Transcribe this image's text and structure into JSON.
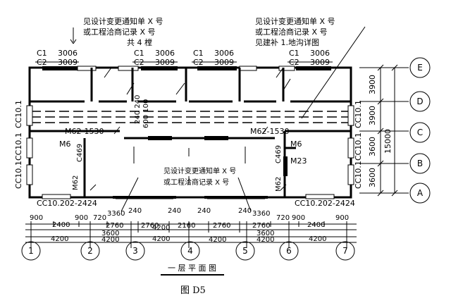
{
  "notes": {
    "top_left_1": "见设计变更通知单 X 号",
    "top_left_2": "或工程洽商记录 X 号",
    "top_right_1": "见设计变更通知单 X 号",
    "top_right_2": "或工程洽商记录 X 号",
    "top_right_3": "见建补 1.地沟详图",
    "middle_1": "见设计变更通知单 X 号",
    "middle_2": "或工程洽商记录 X 号",
    "floors": "共 4 樘"
  },
  "window_labels": {
    "c1_a": "C1",
    "c1_a_num": "3006",
    "c2_a": "C2",
    "c2_a_num": "3009",
    "c1_b": "C1",
    "c1_b_num": "3006",
    "c2_b": "C2",
    "c2_b_num": "3009",
    "c1_c": "C1",
    "c1_c_num": "3006",
    "c2_c": "C2",
    "c2_c_num": "3009",
    "c1_d": "C1",
    "c1_d_num": "3006",
    "c2_d": "C2",
    "c2_d_num": "3009"
  },
  "side_labels": {
    "left_1": "CC10.1",
    "left_2": "CC10.1",
    "left_3": "CC10.1",
    "right_1": "CC10.1",
    "right_2": "CC10.1",
    "right_3": "CC10.1"
  },
  "door_labels": {
    "m62_1530_left": "M62-1530",
    "m62_1530_right": "M62-1530",
    "m6_left": "M6",
    "m6_right": "M6",
    "c469_left": "C469",
    "c469_right": "C469",
    "m23": "M23",
    "m62_left": "M62",
    "m62_right": "M62",
    "cc_bottom_left": "CC10.202-2424",
    "cc_bottom_right": "CC10.202-2424",
    "dim_240_240": "240 240",
    "dim_600_100": "600 100"
  },
  "grid_axes": {
    "letters": [
      "E",
      "D",
      "C",
      "B",
      "A"
    ],
    "numbers": [
      "1",
      "2",
      "3",
      "4",
      "5",
      "6",
      "7"
    ]
  },
  "right_dims": {
    "d1": "3900",
    "d2": "3900",
    "d3": "3600",
    "d4": "3600",
    "total": "15000"
  },
  "bottom_dims": {
    "row1": [
      "900",
      "2400",
      "900",
      "720",
      "3360",
      "240",
      "240",
      "240",
      "240",
      "3360",
      "720",
      "900",
      "2400",
      "900"
    ],
    "row2": [
      "2760",
      "2760",
      "2160",
      "2760",
      "2760"
    ],
    "row3": [
      "4200",
      "3600",
      "4200",
      "3600",
      "4200"
    ],
    "row4": [
      "4200",
      "4200",
      "4200",
      "4200"
    ]
  },
  "titles": {
    "plan_title": "一 层 平 面 图",
    "figure_label": "图 D5"
  }
}
